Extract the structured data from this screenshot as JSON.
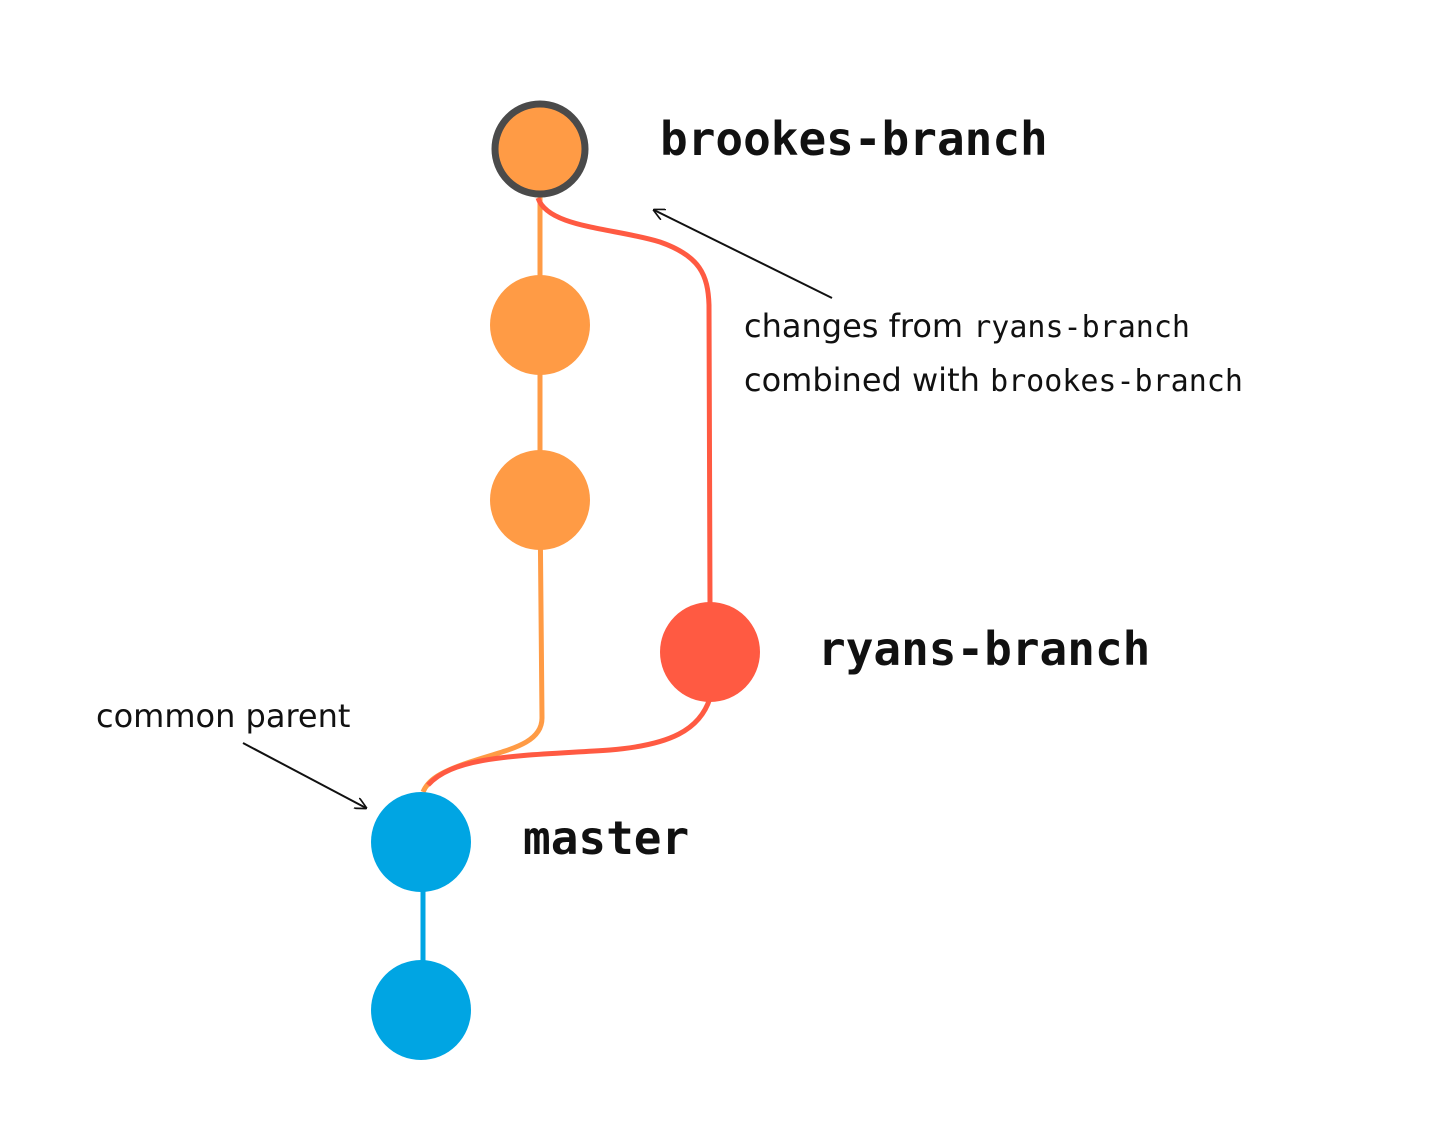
{
  "colors": {
    "feature": "#FF9B45",
    "merge": "#FF5A42",
    "master": "#00A5E3",
    "head_ring": "#4A4A4A",
    "text": "#111111"
  },
  "labels": {
    "brookes_branch": "brookes-branch",
    "ryans_branch": "ryans-branch",
    "master": "master"
  },
  "annotations": {
    "changes_line1_text": "changes from",
    "changes_line1_code": "ryans-branch",
    "changes_line2_text": "combined with",
    "changes_line2_code": "brookes-branch",
    "common_parent": "common parent"
  }
}
